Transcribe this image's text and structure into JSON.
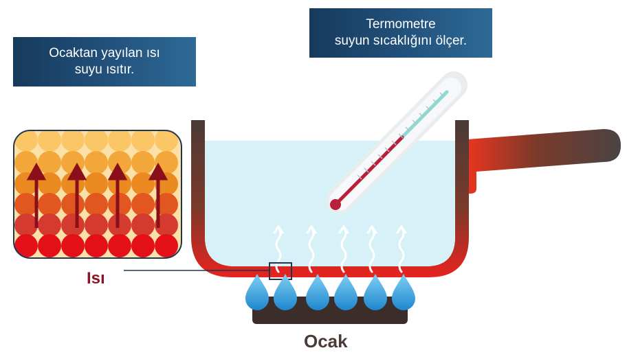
{
  "captions": {
    "heat_spread_line1": "Ocaktan yayılan ısı",
    "heat_spread_line2": "suyu ısıtır.",
    "thermometer_line1": "Termometre",
    "thermometer_line2": "suyun sıcaklığını ölçer."
  },
  "labels": {
    "heat": "Isı",
    "stove": "Ocak"
  },
  "colors": {
    "caption_bg": "#21507a",
    "water": "#d6f1f8",
    "pot_hot": "#e8231f",
    "pot_wall": "#4a3a35",
    "flame": "#3aa0dc",
    "stove_base": "#3b2d2a",
    "heat_label": "#8a1520"
  },
  "icons": [
    "thermometer-icon",
    "flame-icon",
    "heat-arrow-icon",
    "steam-icon",
    "pot-icon"
  ]
}
